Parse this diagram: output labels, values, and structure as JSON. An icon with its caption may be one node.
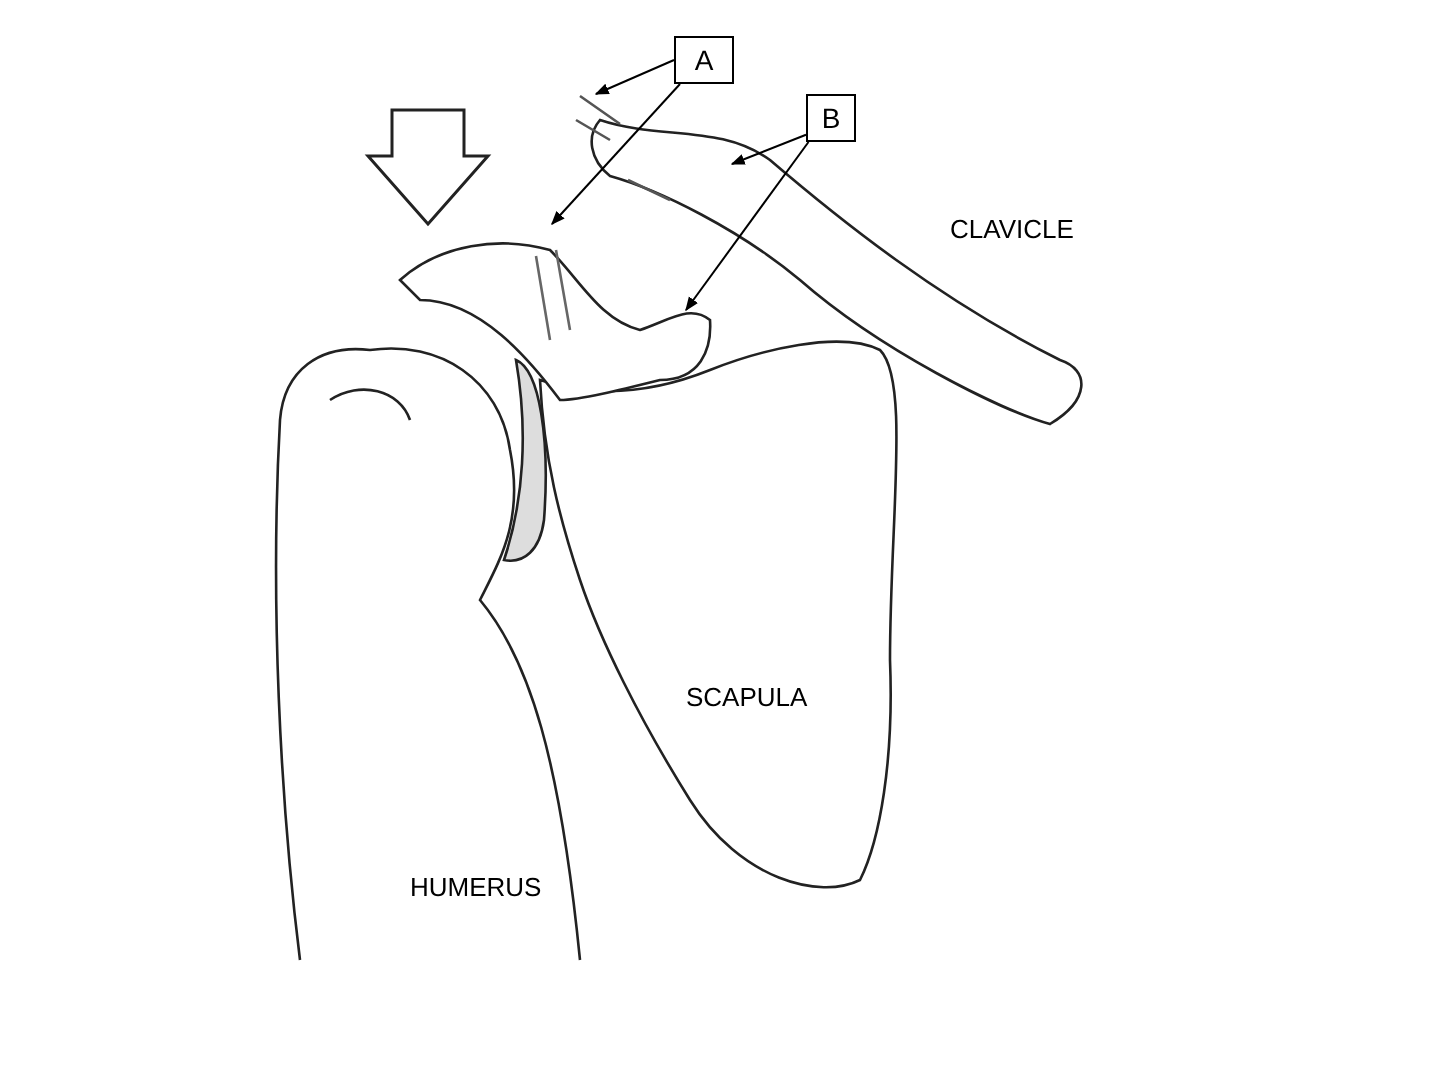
{
  "diagram": {
    "nodes": [
      {
        "text": [
          "A"
        ]
      },
      {
        "text": [
          "B"
        ]
      }
    ],
    "edges": [
      {
        "from": 0,
        "to": null,
        "arrow": "to"
      },
      {
        "from": 0,
        "to": null,
        "arrow": "to"
      },
      {
        "from": 1,
        "to": null,
        "arrow": "to"
      },
      {
        "from": 1,
        "to": null,
        "arrow": "to"
      }
    ],
    "labels": [
      "CLAVICLE",
      "SCAPULA",
      "HUMERUS"
    ]
  }
}
